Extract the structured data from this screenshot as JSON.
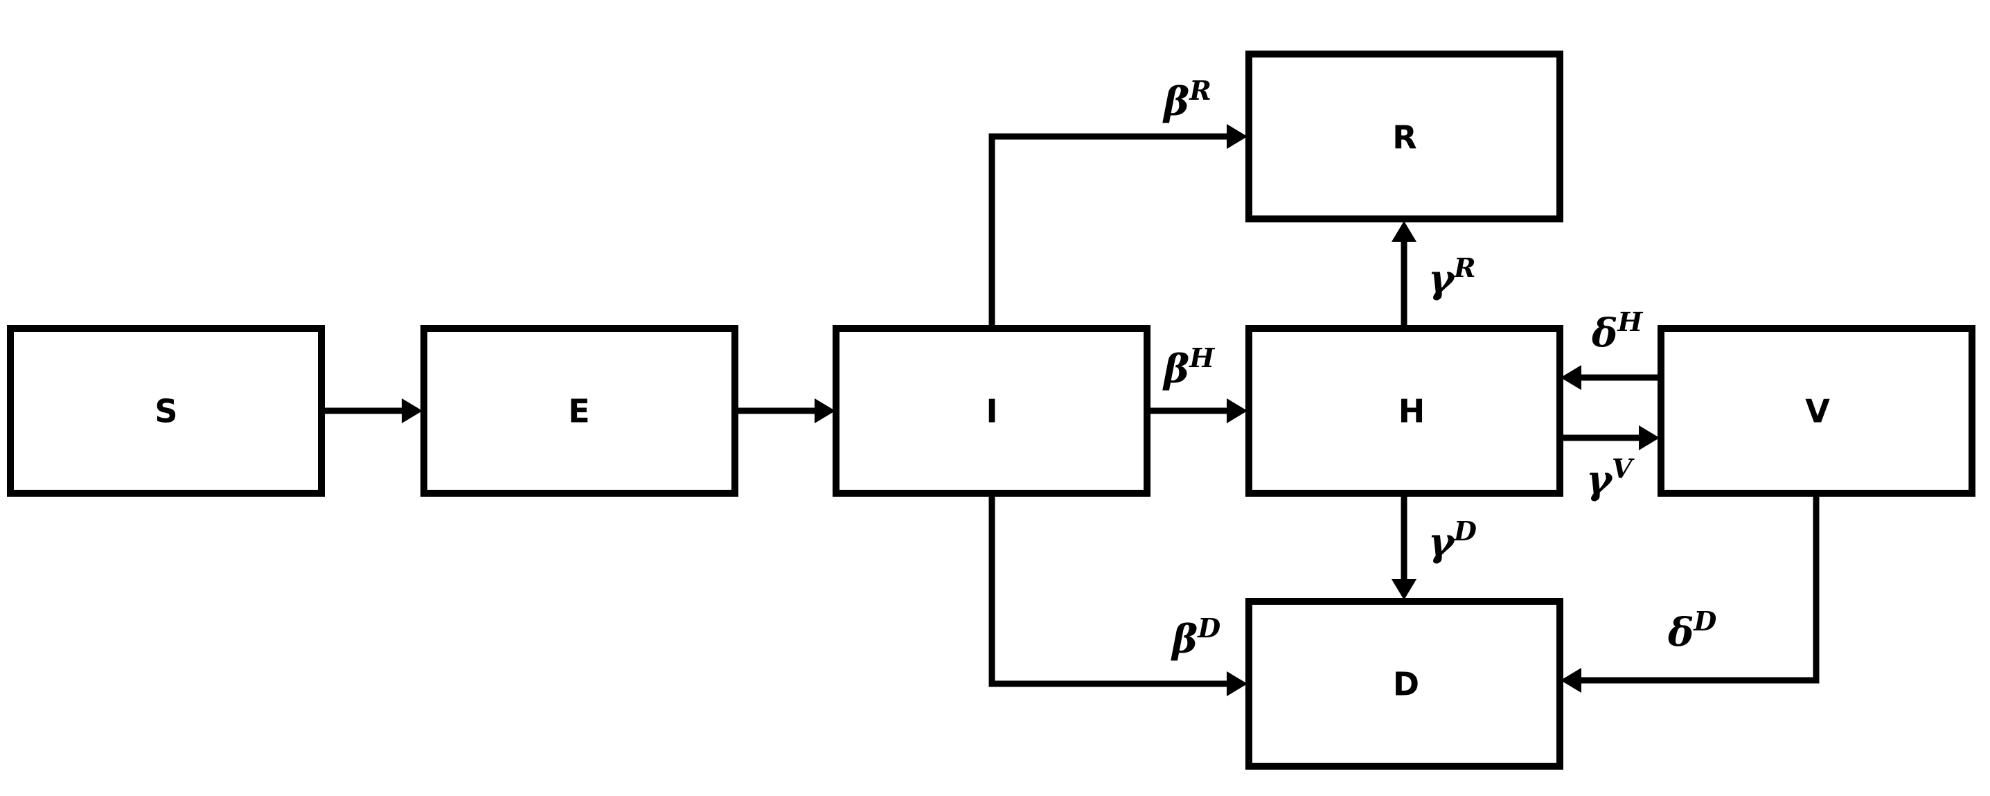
{
  "diagram": {
    "nodes": {
      "S": "S",
      "E": "E",
      "I": "I",
      "H": "H",
      "R": "R",
      "D": "D",
      "V": "V"
    },
    "rates": {
      "beta_R": {
        "symbol": "β",
        "superscript": "R"
      },
      "beta_H": {
        "symbol": "β",
        "superscript": "H"
      },
      "beta_D": {
        "symbol": "β",
        "superscript": "D"
      },
      "gamma_R": {
        "symbol": "γ",
        "superscript": "R"
      },
      "gamma_V": {
        "symbol": "γ",
        "superscript": "V"
      },
      "gamma_D": {
        "symbol": "γ",
        "superscript": "D"
      },
      "delta_H": {
        "symbol": "δ",
        "superscript": "H"
      },
      "delta_D": {
        "symbol": "δ",
        "superscript": "D"
      }
    },
    "colors": {
      "stroke": "#000000",
      "background": "#ffffff"
    }
  }
}
